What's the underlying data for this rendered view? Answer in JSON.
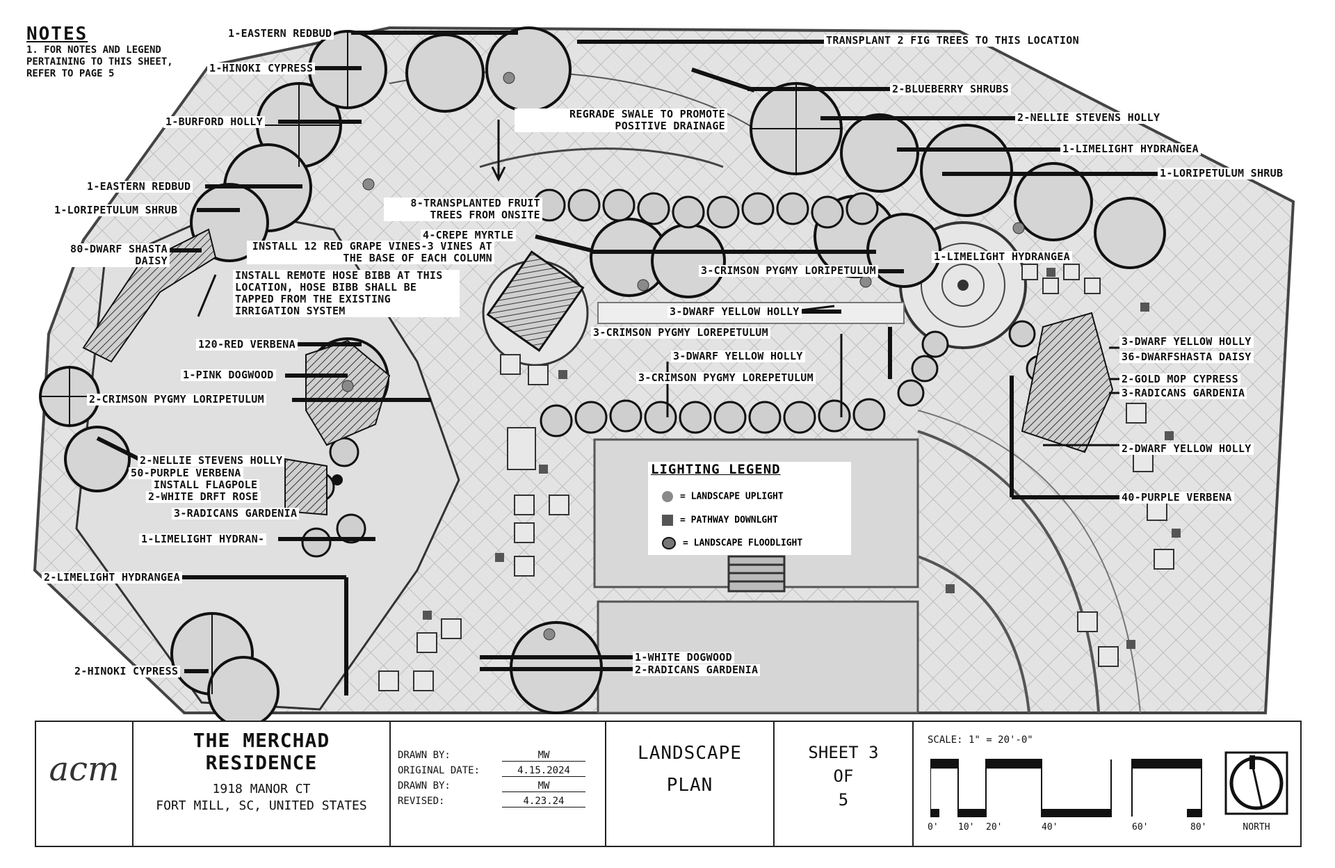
{
  "notes": {
    "heading": "NOTES",
    "body": "1. FOR NOTES AND LEGEND PERTAINING TO THIS SHEET, REFER TO PAGE 5"
  },
  "callouts": [
    {
      "id": "eastern-redbud-top",
      "text": "1-EASTERN REDBUD"
    },
    {
      "id": "hinoki-cypress-top",
      "text": "1-HINOKI CYPRESS"
    },
    {
      "id": "burford-holly",
      "text": "1-BURFORD HOLLY"
    },
    {
      "id": "eastern-redbud-left",
      "text": "1-EASTERN REDBUD"
    },
    {
      "id": "loripetulum-shrub-left",
      "text": "1-LORIPETULUM SHRUB"
    },
    {
      "id": "dwarf-shasta-daisy-80",
      "text": "80-DWARF SHASTA DAISY"
    },
    {
      "id": "transplant-fig",
      "text": "TRANSPLANT 2 FIG TREES TO THIS LOCATION"
    },
    {
      "id": "blueberry-shrubs",
      "text": "2-BLUEBERRY SHRUBS"
    },
    {
      "id": "nellie-stevens-top",
      "text": "2-NELLIE STEVENS HOLLY"
    },
    {
      "id": "limelight-top",
      "text": "1-LIMELIGHT HYDRANGEA"
    },
    {
      "id": "loripetulum-shrub-right",
      "text": "1-LORIPETULUM SHRUB"
    },
    {
      "id": "regrade-swale",
      "text": "REGRADE SWALE TO PROMOTE POSITIVE DRAINAGE"
    },
    {
      "id": "transplanted-fruit",
      "text": "8-TRANSPLANTED FRUIT TREES FROM ONSITE"
    },
    {
      "id": "crepe-myrtle",
      "text": "4-CREPE MYRTLE"
    },
    {
      "id": "red-grape-vines",
      "text": "INSTALL 12 RED GRAPE VINES-3 VINES AT THE BASE OF EACH COLUMN"
    },
    {
      "id": "hose-bibb",
      "text": "INSTALL REMOTE HOSE BIBB AT THIS LOCATION, HOSE BIBB SHALL BE TAPPED FROM THE EXISTING IRRIGATION SYSTEM"
    },
    {
      "id": "limelight-mid",
      "text": "1-LIMELIGHT HYDRANGEA"
    },
    {
      "id": "crimson-pygmy-3a",
      "text": "3-CRIMSON PYGMY LORIPETULUM"
    },
    {
      "id": "dwarf-yellow-3a",
      "text": "3-DWARF YELLOW HOLLY"
    },
    {
      "id": "crimson-pygmy-3b",
      "text": "3-CRIMSON PYGMY LOREPETULUM"
    },
    {
      "id": "dwarf-yellow-3b",
      "text": "3-DWARF YELLOW HOLLY"
    },
    {
      "id": "crimson-pygmy-3c",
      "text": "3-CRIMSON PYGMY LOREPETULUM"
    },
    {
      "id": "red-verbena",
      "text": "120-RED VERBENA"
    },
    {
      "id": "pink-dogwood",
      "text": "1-PINK DOGWOOD"
    },
    {
      "id": "crimson-pygmy-2",
      "text": "2-CRIMSON PYGMY LORIPETULUM"
    },
    {
      "id": "nellie-stevens-left",
      "text": "2-NELLIE STEVENS HOLLY"
    },
    {
      "id": "purple-verbena-50",
      "text": "50-PURPLE VERBENA"
    },
    {
      "id": "flagpole",
      "text": "INSTALL FLAGPOLE"
    },
    {
      "id": "white-drift-rose",
      "text": "2-WHITE DRFT ROSE"
    },
    {
      "id": "radicans-3",
      "text": "3-RADICANS GARDENIA"
    },
    {
      "id": "limelight-hydran",
      "text": "1-LIMELIGHT HYDRAN-"
    },
    {
      "id": "limelight-2",
      "text": "2-LIMELIGHT HYDRANGEA"
    },
    {
      "id": "hinoki-2",
      "text": "2-HINOKI CYPRESS"
    },
    {
      "id": "white-dogwood",
      "text": "1-WHITE DOGWOOD"
    },
    {
      "id": "radicans-2",
      "text": "2-RADICANS GARDENIA"
    },
    {
      "id": "dwarf-yellow-right-3",
      "text": "3-DWARF YELLOW HOLLY"
    },
    {
      "id": "dwarf-shasta-36",
      "text": "36-DWARFSHASTA DAISY"
    },
    {
      "id": "gold-mop",
      "text": "2-GOLD MOP CYPRESS"
    },
    {
      "id": "radicans-right-3",
      "text": "3-RADICANS GARDENIA"
    },
    {
      "id": "dwarf-yellow-right-2",
      "text": "2-DWARF YELLOW HOLLY"
    },
    {
      "id": "purple-verbena-40",
      "text": "40-PURPLE VERBENA"
    }
  ],
  "legend": {
    "title": "LIGHTING LEGEND",
    "items": [
      {
        "symbol": "circle",
        "color": "#8a8a8a",
        "label": "= LANDSCAPE UPLIGHT"
      },
      {
        "symbol": "square",
        "color": "#555555",
        "label": "= PATHWAY DOWNLGHT"
      },
      {
        "symbol": "ellipse",
        "color": "#777777",
        "label": "= LANDSCAPE FLOODLIGHT"
      }
    ]
  },
  "title_block": {
    "logo": "acm",
    "project_title_1": "THE MERCHAD",
    "project_title_2": "RESIDENCE",
    "address_1": "1918 MANOR CT",
    "address_2": "FORT MILL, SC, UNITED STATES",
    "drawn_by_label": "DRAWN BY:",
    "drawn_by_value": "MW",
    "original_date_label": "ORIGINAL DATE:",
    "original_date_value": "4.15.2024",
    "drawn_by2_label": "DRAWN BY:",
    "drawn_by2_value": "MW",
    "revised_label": "REVISED:",
    "revised_value": "4.23.24",
    "sheet_type_1": "LANDSCAPE",
    "sheet_type_2": "PLAN",
    "sheet_1": "SHEET 3",
    "sheet_2": "OF",
    "sheet_3": "5",
    "scale_label": "SCALE: 1\" = 20'-0\"",
    "scale_ticks": [
      "0'",
      "10'",
      "20'",
      "40'",
      "60'",
      "80'"
    ],
    "north_label": "NORTH"
  },
  "colors": {
    "ink": "#111111",
    "site_fill": "#dcdcdc",
    "hatch": "#bdbdbd"
  }
}
